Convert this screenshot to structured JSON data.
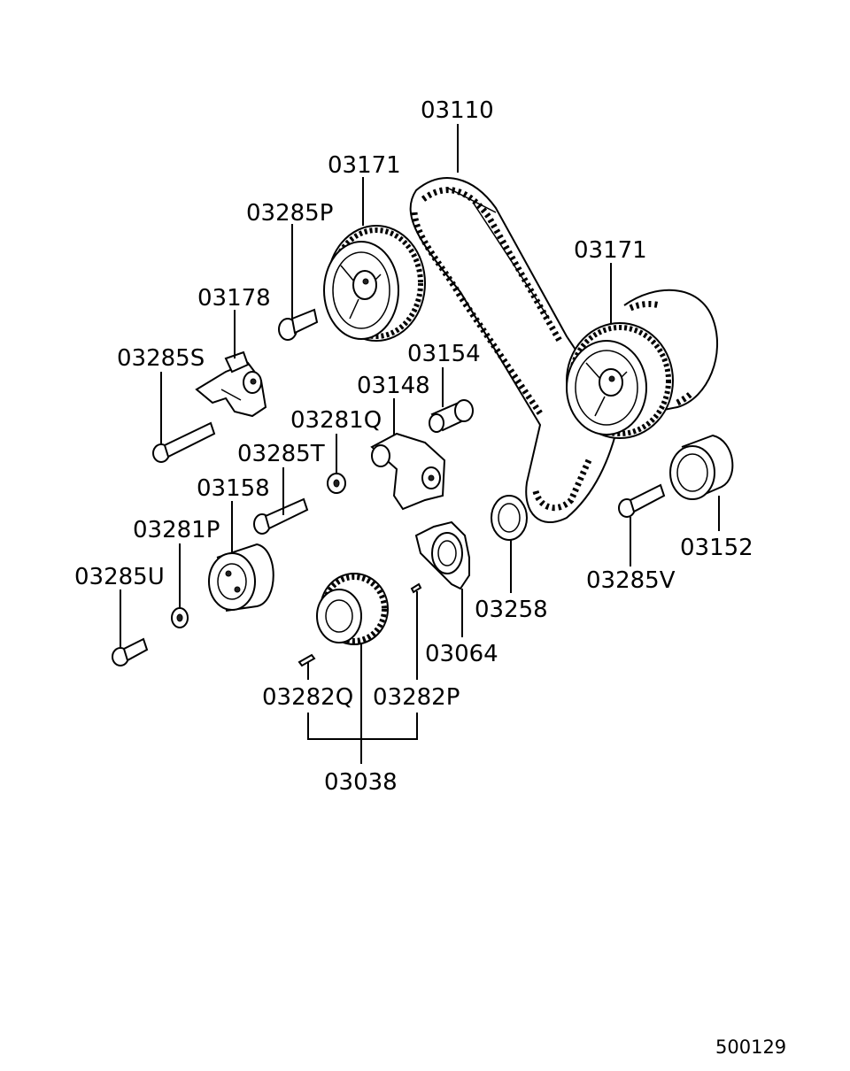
{
  "labels": {
    "p03110": "03110",
    "p03171_top": "03171",
    "p03171_right": "03171",
    "p03285P": "03285P",
    "p03178": "03178",
    "p03285S": "03285S",
    "p03154": "03154",
    "p03148": "03148",
    "p03281Q": "03281Q",
    "p03285T": "03285T",
    "p03158": "03158",
    "p03281P": "03281P",
    "p03285U": "03285U",
    "p03152": "03152",
    "p03285V": "03285V",
    "p03258": "03258",
    "p03064": "03064",
    "p03282Q": "03282Q",
    "p03282P": "03282P",
    "p03038": "03038"
  },
  "figure_number": "500129"
}
